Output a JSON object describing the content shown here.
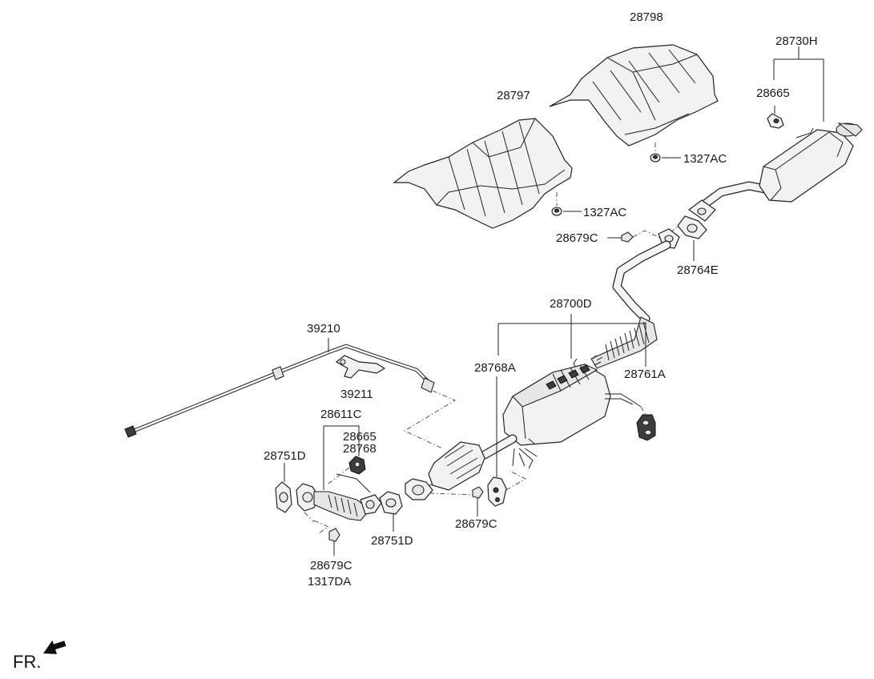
{
  "diagram": {
    "labels": {
      "heat_shield_rear": "28798",
      "heat_shield_front": "28797",
      "nut_upper": "1327AC",
      "nut_lower": "1327AC",
      "muffler_assy": "28730H",
      "hanger_rear": "28665",
      "clamp_upper": "28679C",
      "gasket_rear": "28764E",
      "center_muffler_assy": "28700D",
      "hanger_center": "28768A",
      "flex_pipe": "28761A",
      "sensor": "39210",
      "sensor_bracket": "39211",
      "front_pipe": "28611C",
      "hanger_front": "28665",
      "hanger_front_2": "28768",
      "gasket_front_left": "28751D",
      "gasket_front_right": "28751D",
      "clamp_center": "28679C",
      "clamp_lower": "28679C",
      "bolt_lower": "1317DA"
    },
    "direction_label": "FR."
  }
}
